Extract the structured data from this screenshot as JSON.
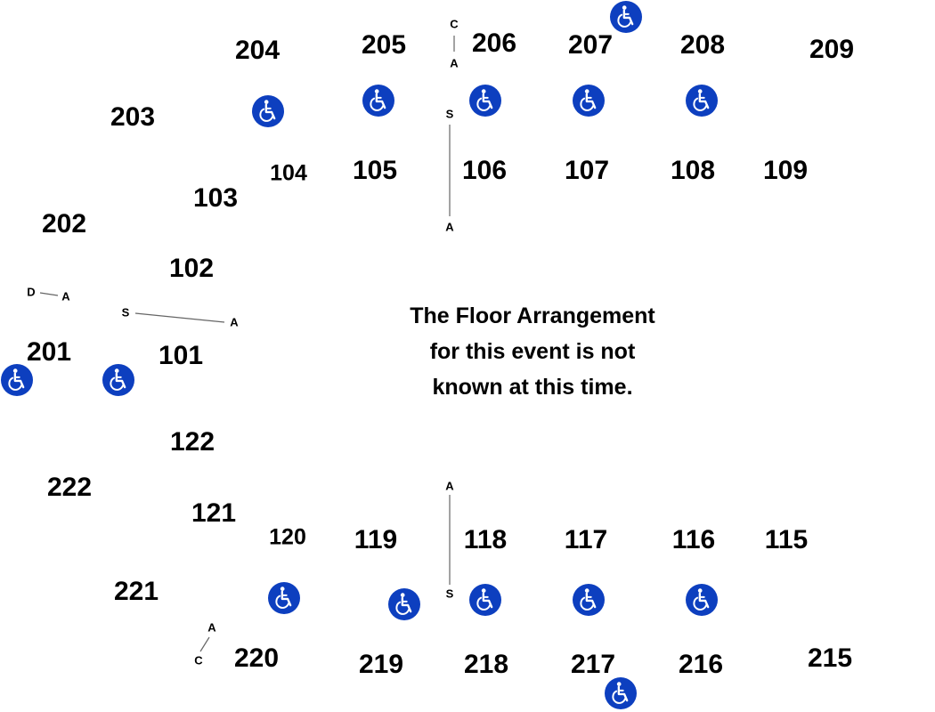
{
  "notice": {
    "line1": "The Floor Arrangement",
    "line2": "for this event is not",
    "line3": "known at this time."
  },
  "sections": {
    "s204": "204",
    "s205": "205",
    "s206": "206",
    "s207": "207",
    "s208": "208",
    "s209": "209",
    "s203": "203",
    "s202": "202",
    "s201": "201",
    "s104": "104",
    "s105": "105",
    "s106": "106",
    "s107": "107",
    "s108": "108",
    "s109": "109",
    "s103": "103",
    "s102": "102",
    "s101": "101",
    "s122": "122",
    "s121": "121",
    "s222": "222",
    "s221": "221",
    "s120": "120",
    "s119": "119",
    "s118": "118",
    "s117": "117",
    "s116": "116",
    "s115": "115",
    "s220": "220",
    "s219": "219",
    "s218": "218",
    "s217": "217",
    "s216": "216",
    "s215": "215"
  },
  "entrance_labels": {
    "top_c": "C",
    "top_a": "A",
    "mid_s": "S",
    "mid_a": "A",
    "left_d": "D",
    "left_a1": "A",
    "left_s": "S",
    "left_a2": "A",
    "bot_a": "A",
    "bot_s": "S",
    "bot_a2": "A",
    "bot_c": "C"
  },
  "icons": {
    "accessible": "wheelchair-accessible-icon"
  },
  "colors": {
    "accessible_blue": "#0d3fbf",
    "text": "#000000",
    "line": "#666666"
  }
}
